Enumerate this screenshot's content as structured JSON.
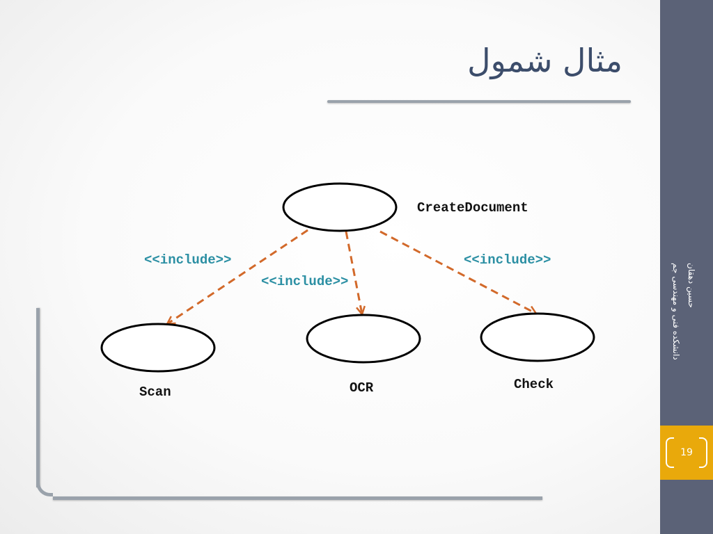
{
  "slide": {
    "title": "مثال شمول",
    "sidebar_line1": "حسین دهقان",
    "sidebar_line2": "دانشکده فنی و مهندسی جم",
    "page_number": "19"
  },
  "diagram": {
    "nodes": {
      "create": "CreateDocument",
      "scan": "Scan",
      "ocr": "OCR",
      "check": "Check"
    },
    "relations": {
      "left": "<<include>>",
      "middle": "<<include>>",
      "right": "<<include>>"
    }
  },
  "colors": {
    "arrow": "#d2692a",
    "include_text": "#2b8fa3",
    "sidebar": "#5b6277",
    "page_band": "#e9a90b",
    "title": "#3c4d6b"
  }
}
